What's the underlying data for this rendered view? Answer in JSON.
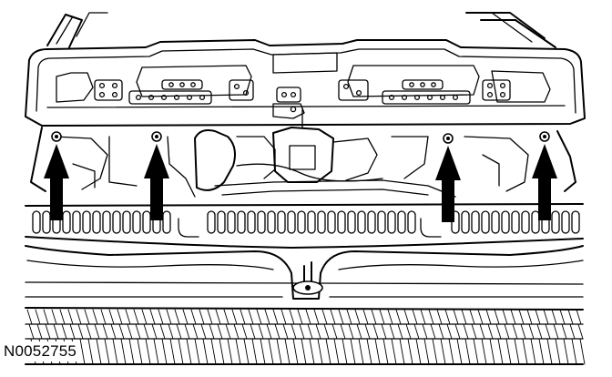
{
  "figure": {
    "id_label": "N0052755",
    "ink_color": "#000000",
    "paper_color": "#ffffff"
  },
  "callouts": {
    "arrow_count": 4,
    "arrow_direction": "up",
    "fastener_count": 4
  }
}
